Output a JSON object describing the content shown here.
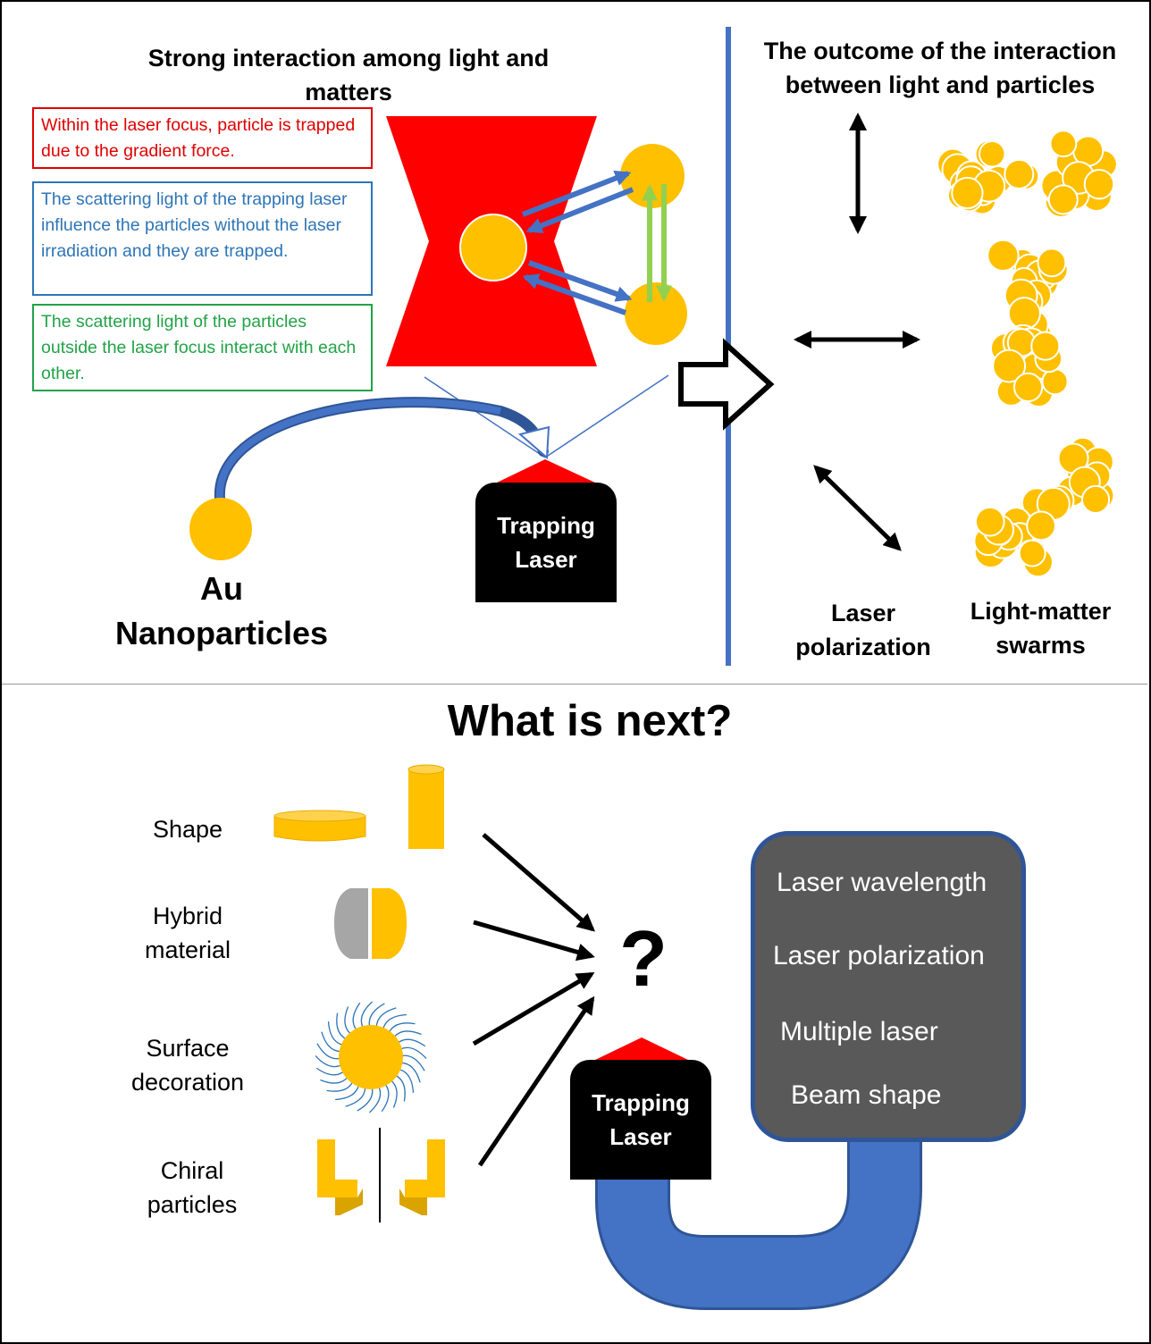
{
  "top_left": {
    "title": "Strong interaction among light and matters",
    "title_line1": "Strong interaction among light and",
    "title_line2": "matters",
    "boxes": [
      {
        "text": "Within the laser focus, particle is trapped due to the gradient force.",
        "color": "#e00000"
      },
      {
        "text": "The scattering light of the trapping laser influence the particles without the laser irradiation and they are trapped.",
        "color": "#2e75b6"
      },
      {
        "text": "The scattering light of the particles outside the laser focus interact with each other.",
        "color": "#22a347"
      }
    ],
    "particle_label_line1": "Au",
    "particle_label_line2": "Nanoparticles",
    "laser_line1": "Trapping",
    "laser_line2": "Laser"
  },
  "top_right": {
    "title_line1": "The outcome of the interaction",
    "title_line2": "between light and particles",
    "label_polarization_line1": "Laser",
    "label_polarization_line2": "polarization",
    "label_swarms_line1": "Light-matter",
    "label_swarms_line2": "swarms"
  },
  "bottom": {
    "title": "What is next?",
    "categories": [
      {
        "line1": "Shape",
        "line2": ""
      },
      {
        "line1": "Hybrid",
        "line2": "material"
      },
      {
        "line1": "Surface",
        "line2": "decoration"
      },
      {
        "line1": "Chiral",
        "line2": "particles"
      }
    ],
    "question_mark": "?",
    "laser_line1": "Trapping",
    "laser_line2": "Laser",
    "options": [
      "Laser wavelength",
      "Laser polarization",
      "Multiple laser",
      "Beam shape"
    ]
  },
  "colors": {
    "gold": "#ffc000",
    "laser_red": "#ff0000",
    "blue_arrow": "#4472c4",
    "green_arrow": "#92d050",
    "panel_fill": "#595959",
    "panel_border": "#2f5597"
  }
}
